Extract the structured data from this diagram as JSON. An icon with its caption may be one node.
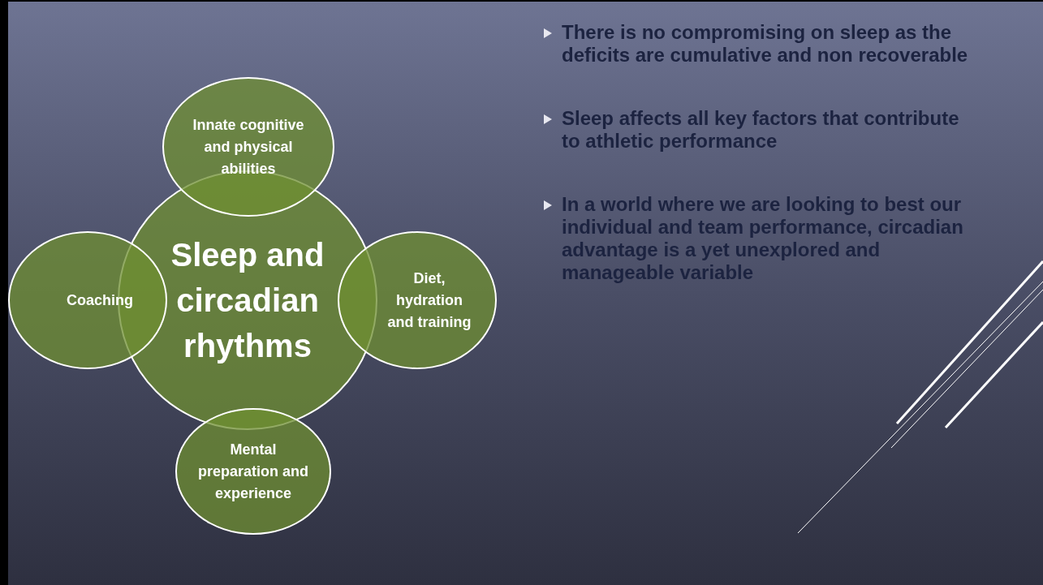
{
  "diagram": {
    "nodes": [
      {
        "text": [
          "Sleep and circadian rhythms"
        ]
      },
      {
        "text": [
          "Innate cognitive and physical abilities"
        ]
      },
      {
        "text": [
          "Coaching"
        ]
      },
      {
        "text": [
          "Diet, hydration and training"
        ]
      },
      {
        "text": [
          "Mental preparation and experience"
        ]
      }
    ],
    "labels": [
      "There is no compromising on sleep as the deficits are cumulative and non recoverable",
      "Sleep affects all key factors that contribute to athletic performance",
      "In a world where we are looking to best our individual and team performance,  circadian advantage is a yet unexplored and manageable variable"
    ]
  }
}
